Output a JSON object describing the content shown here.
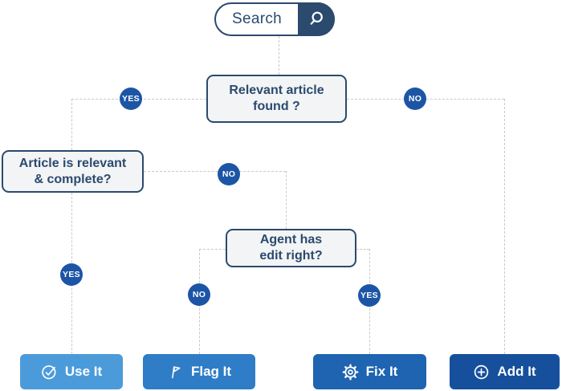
{
  "palette": {
    "navy": "#2b4a6e",
    "circle_blue": "#1d55a6",
    "box_bg": "#f3f4f5",
    "dash_gray": "#c9c9c9",
    "use_it_blue": "#4b9bdb",
    "flag_it_blue": "#2e7dc6",
    "fix_it_blue": "#1e64b1",
    "add_it_blue": "#16509d"
  },
  "search": {
    "label": "Search",
    "icon": "magnifier-icon"
  },
  "decisions": [
    {
      "id": "relevant-article-found",
      "text": "Relevant article\nfound ?"
    },
    {
      "id": "article-relevant-complete",
      "text": "Article is relevant\n& complete?"
    },
    {
      "id": "agent-has-edit-right",
      "text": "Agent has\nedit right?"
    }
  ],
  "badges": {
    "found_yes": "YES",
    "found_no": "NO",
    "complete_no": "NO",
    "complete_yes": "YES",
    "edit_no": "NO",
    "edit_yes": "YES"
  },
  "actions": [
    {
      "label": "Use It",
      "icon": "check-circle-icon",
      "color": "#4b9bdb"
    },
    {
      "label": "Flag It",
      "icon": "flag-icon",
      "color": "#2e7dc6"
    },
    {
      "label": "Fix It",
      "icon": "gear-icon",
      "color": "#1e64b1"
    },
    {
      "label": "Add It",
      "icon": "plus-circle-icon",
      "color": "#16509d"
    }
  ]
}
